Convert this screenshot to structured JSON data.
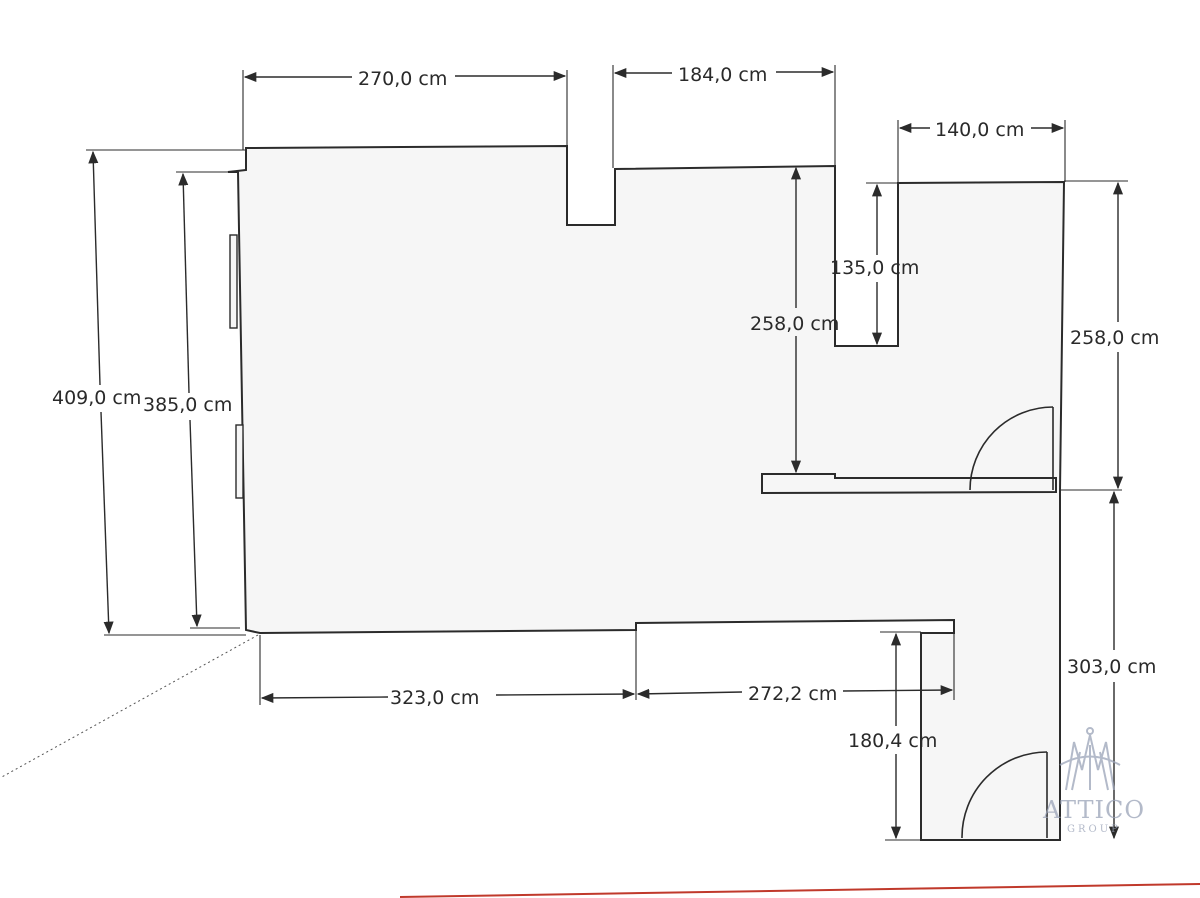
{
  "dimensions": {
    "top_left_width": "270,0 cm",
    "top_mid_width": "184,0 cm",
    "top_right_width": "140,0 cm",
    "outer_height_left": "409,0 cm",
    "inner_height_left": "385,0 cm",
    "inner_height_mid": "258,0 cm",
    "notch_height": "135,0 cm",
    "right_height_upper": "258,0 cm",
    "right_height_lower": "303,0 cm",
    "bottom_left_width": "323,0 cm",
    "bottom_mid_width": "272,2 cm",
    "corridor_height": "180,4 cm"
  },
  "logo": {
    "name": "ATTICO",
    "sub": "GROUP"
  },
  "colors": {
    "floor": "#f6f6f6",
    "lines": "#2b2b2b",
    "logo": "#9aa3b8",
    "bottom_accent": "#c0392b"
  }
}
